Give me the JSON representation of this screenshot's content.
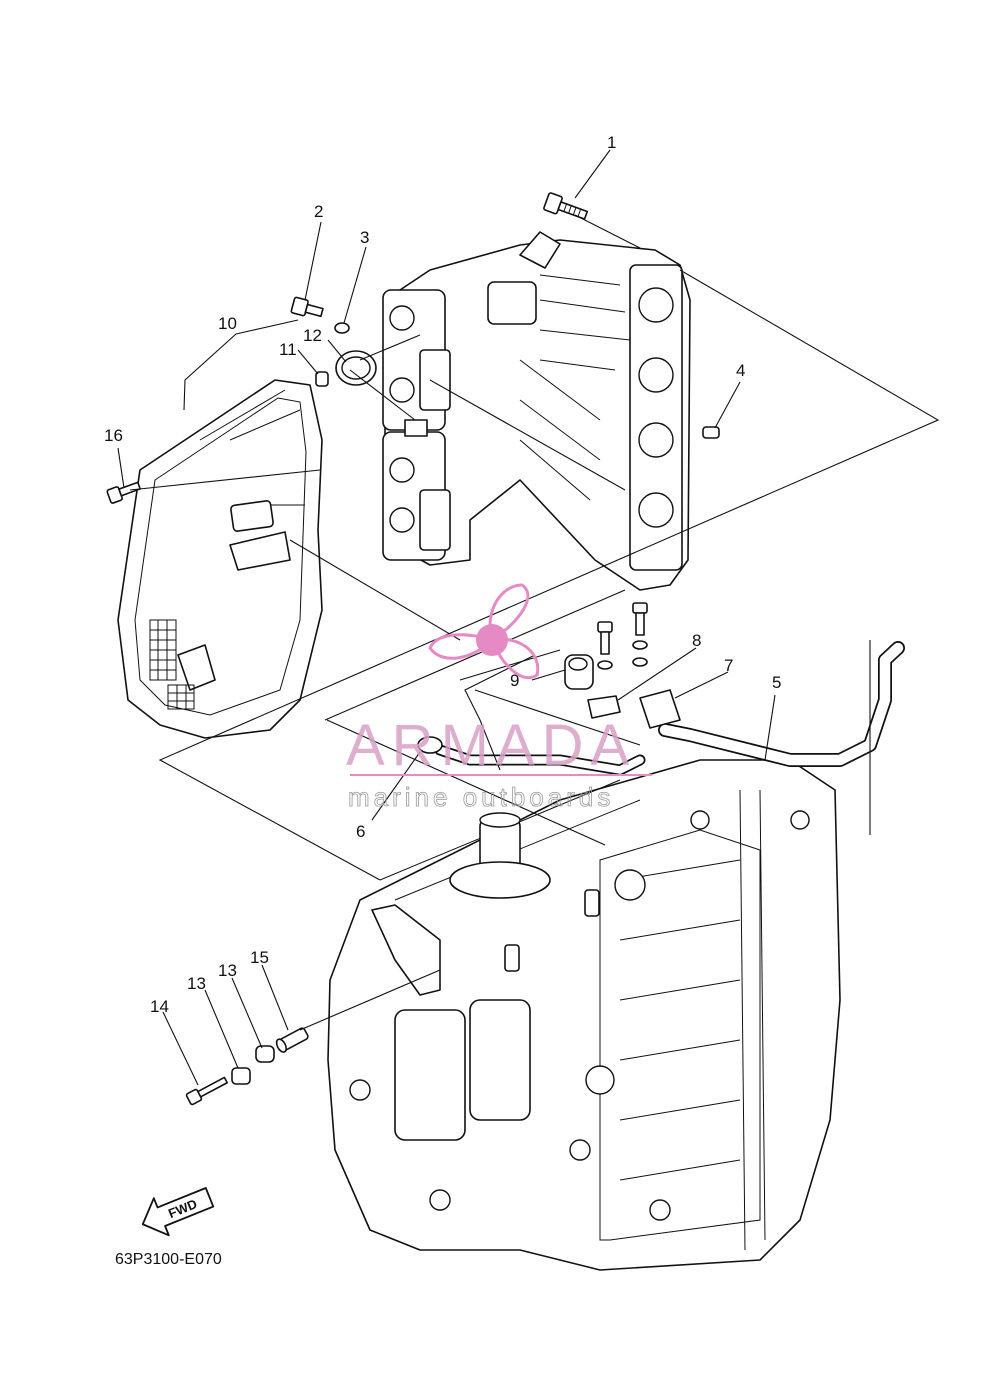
{
  "callouts": {
    "c1": "1",
    "c2": "2",
    "c3": "3",
    "c4": "4",
    "c5": "5",
    "c6": "6",
    "c7": "7",
    "c8": "8",
    "c9": "9",
    "c10": "10",
    "c11": "11",
    "c12": "12",
    "c13": "13",
    "c14": "14",
    "c15": "15",
    "c16": "16"
  },
  "diagram_code": "63P3100-E070",
  "fwd_label": "FWD",
  "watermark": {
    "title": "ARMADA",
    "subtitle": "marine outboards",
    "logo_color": "#e58ac4"
  }
}
